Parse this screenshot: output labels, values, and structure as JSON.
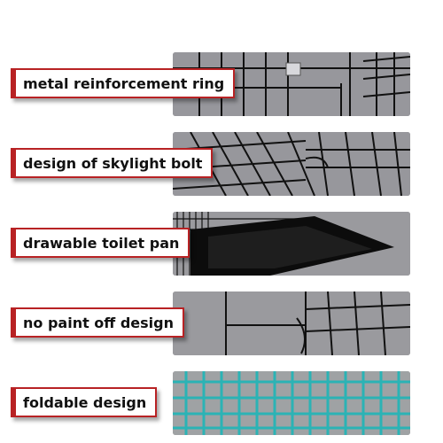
{
  "features": [
    {
      "label": "metal reinforcement ring"
    },
    {
      "label": "design of skylight bolt"
    },
    {
      "label": "drawable toilet pan"
    },
    {
      "label": "no paint off design"
    },
    {
      "label": "foldable design"
    }
  ],
  "colors": {
    "accent": "#b82224",
    "photo_bg": "#8f8f93",
    "wire": "#111111",
    "wire_teal": "#2bb3b5"
  }
}
